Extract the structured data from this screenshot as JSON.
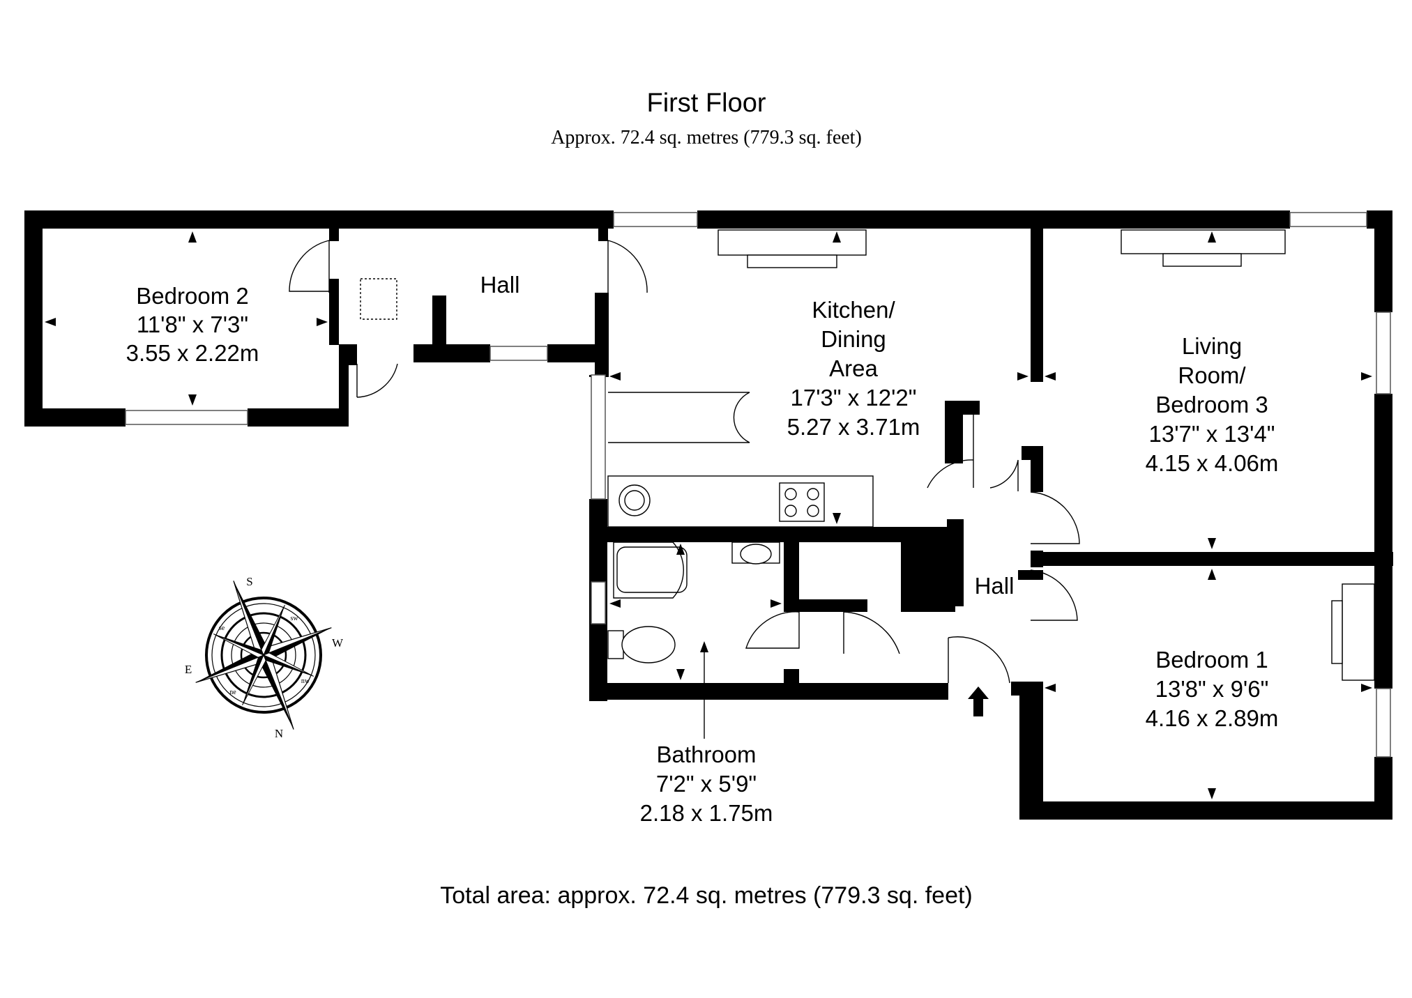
{
  "header": {
    "title": "First Floor",
    "subtitle": "Approx. 72.4 sq. metres (779.3 sq. feet)"
  },
  "rooms": {
    "bedroom2": {
      "name": "Bedroom 2",
      "imperial": "11'8\" x 7'3\"",
      "metric": "3.55 x 2.22m"
    },
    "hall_upper": {
      "name": "Hall"
    },
    "kitchen": {
      "name_line1": "Kitchen/",
      "name_line2": "Dining",
      "name_line3": "Area",
      "imperial": "17'3\" x 12'2\"",
      "metric": "5.27 x 3.71m"
    },
    "living": {
      "name_line1": "Living",
      "name_line2": "Room/",
      "name_line3": "Bedroom 3",
      "imperial": "13'7\" x 13'4\"",
      "metric": "4.15 x 4.06m"
    },
    "hall_lower": {
      "name": "Hall"
    },
    "bedroom1": {
      "name": "Bedroom 1",
      "imperial": "13'8\" x 9'6\"",
      "metric": "4.16 x 2.89m"
    },
    "bathroom": {
      "name": "Bathroom",
      "imperial": "7'2\" x 5'9\"",
      "metric": "2.18 x 1.75m"
    }
  },
  "compass": {
    "n": "N",
    "s": "S",
    "e": "E",
    "w": "W",
    "ne": "ne",
    "nw": "nw",
    "se": "se",
    "sw": "sw"
  },
  "footer": {
    "total": "Total area: approx. 72.4 sq. metres (779.3 sq. feet)"
  },
  "colors": {
    "wall": "#000000",
    "background": "#ffffff"
  }
}
